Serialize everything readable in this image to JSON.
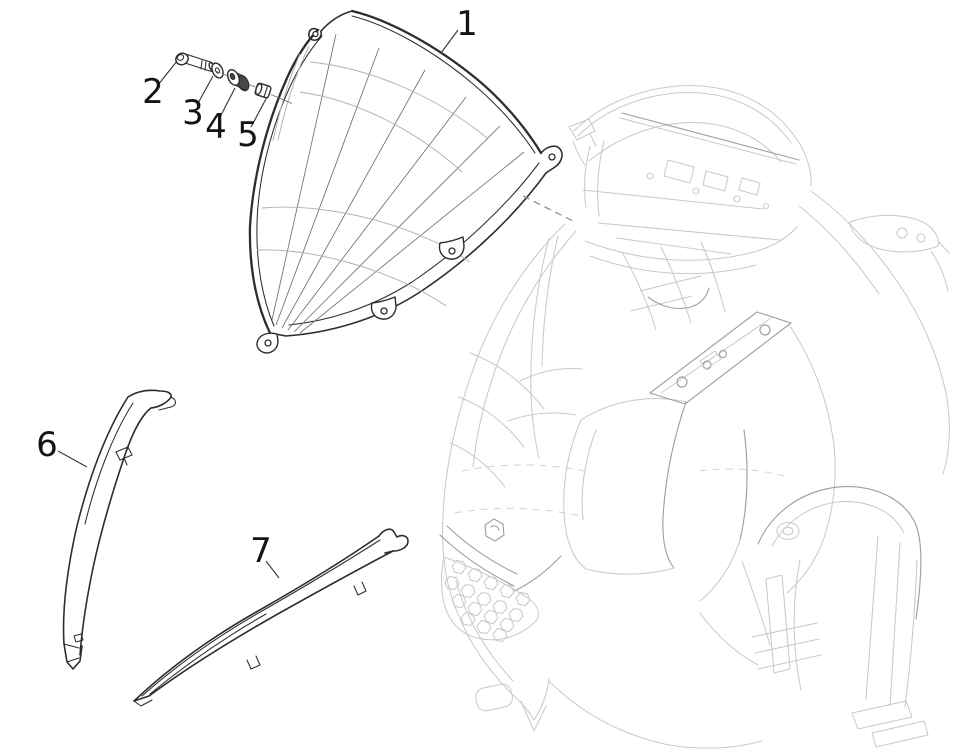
{
  "diagram": {
    "callouts": [
      {
        "label": "1"
      },
      {
        "label": "2"
      },
      {
        "label": "3"
      },
      {
        "label": "4"
      },
      {
        "label": "5"
      },
      {
        "label": "6"
      },
      {
        "label": "7"
      }
    ]
  },
  "colors": {
    "background": "#ffffff",
    "part_line": "#2d2d2d",
    "ghost_line": "#c7cacd",
    "ghost_line_dark": "#9ba1a7",
    "callout_text": "#141414"
  }
}
